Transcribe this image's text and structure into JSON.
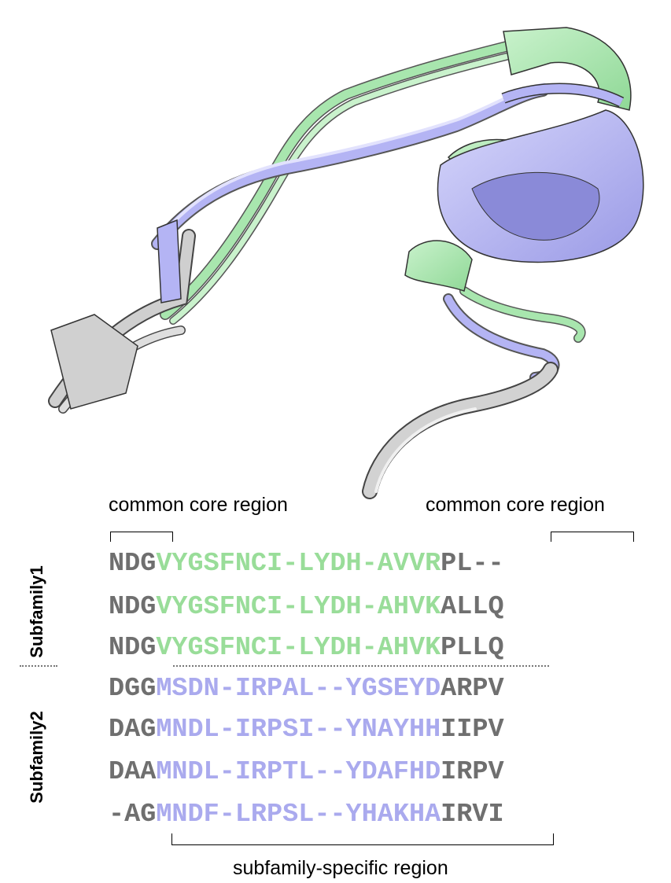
{
  "labels": {
    "common_left": "common core region",
    "common_right": "common core region",
    "subfamily_specific": "subfamily-specific region",
    "subfamily1": "Subfamily1",
    "subfamily2": "Subfamily2"
  },
  "colors": {
    "core": "#6f6f6f",
    "subfamily1": "#99dd99",
    "subfamily2": "#aaaaee",
    "structure_grey": "#c8c8c8",
    "structure_green": "#a8e6ae",
    "structure_blue": "#b4b4f4"
  },
  "alignment": [
    {
      "group": "subfamily1",
      "pre": "NDG",
      "mid": "VYGSFNCI-LYDH-AVVR",
      "post": "PL--"
    },
    {
      "group": "subfamily1",
      "pre": "NDG",
      "mid": "VYGSFNCI-LYDH-AHVK",
      "post": "ALLQ"
    },
    {
      "group": "subfamily1",
      "pre": "NDG",
      "mid": "VYGSFNCI-LYDH-AHVK",
      "post": "PLLQ"
    },
    {
      "group": "subfamily2",
      "pre": "DGG",
      "mid": "MSDN-IRPAL--YGSEYD",
      "post": "ARPV"
    },
    {
      "group": "subfamily2",
      "pre": "DAG",
      "mid": "MNDL-IRPSI--YNAYHH",
      "post": "IIPV"
    },
    {
      "group": "subfamily2",
      "pre": "DAA",
      "mid": "MNDL-IRPTL--YDAFHD",
      "post": "IRPV"
    },
    {
      "group": "subfamily2",
      "pre": "-AG",
      "mid": "MNDF-LRPSL--YHAKHA",
      "post": "IRVI"
    }
  ]
}
